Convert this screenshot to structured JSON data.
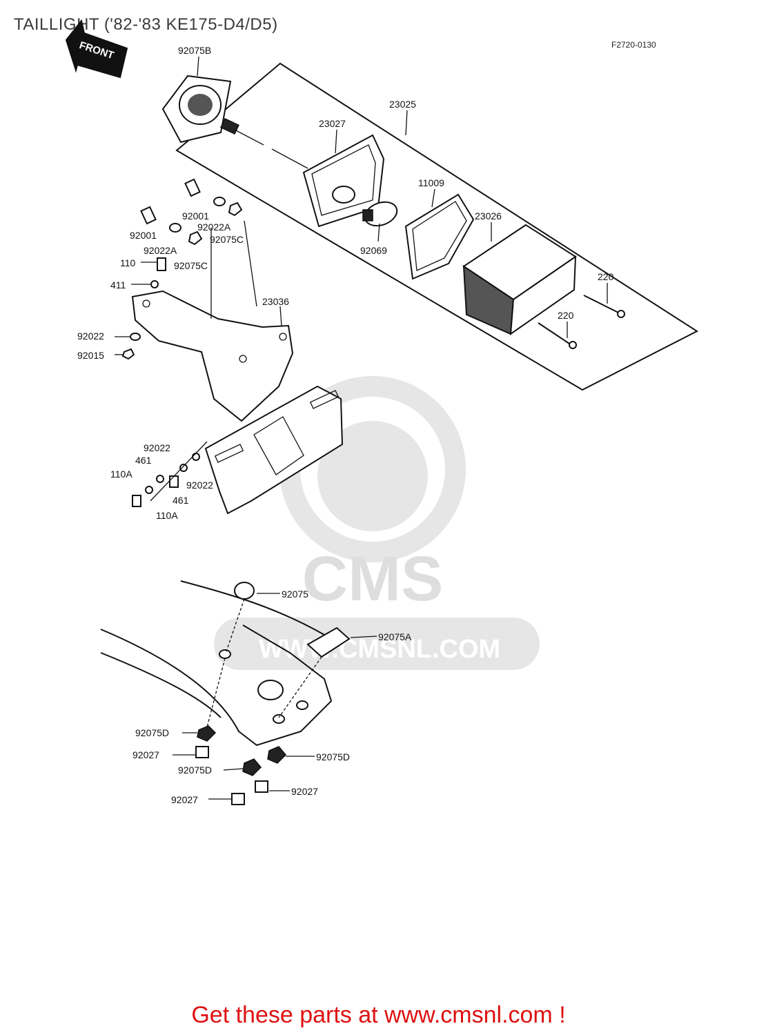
{
  "header": {
    "title": "TAILLIGHT ('82-'83 KE175-D4/D5)",
    "figure_code": "F2720-0130"
  },
  "front_arrow": {
    "label": "FRONT"
  },
  "watermark": {
    "logo_text": "CMS",
    "url_text": "WWW.CMSNL.COM"
  },
  "parts": {
    "p92075B": "92075B",
    "p23025": "23025",
    "p23027": "23027",
    "p11009": "11009",
    "p23026": "23026",
    "p92069": "92069",
    "p220a": "220",
    "p220b": "220",
    "p92001a": "92001",
    "p92022Aa": "92022A",
    "p92075Ca": "92075C",
    "p92001b": "92001",
    "p92022Ab": "92022A",
    "p92075Cb": "92075C",
    "p110": "110",
    "p411": "411",
    "p23036": "23036",
    "p92022a": "92022",
    "p92015": "92015",
    "p92022b": "92022",
    "p461a": "461",
    "p110Aa": "110A",
    "p92022c": "92022",
    "p461b": "461",
    "p110Ab": "110A",
    "p92075": "92075",
    "p92075A": "92075A",
    "p92075Da": "92075D",
    "p92027a": "92027",
    "p92075Db": "92075D",
    "p92075Dc": "92075D",
    "p92027b": "92027",
    "p92027c": "92027"
  },
  "footer": {
    "cta": "Get these parts at www.cmsnl.com !"
  }
}
